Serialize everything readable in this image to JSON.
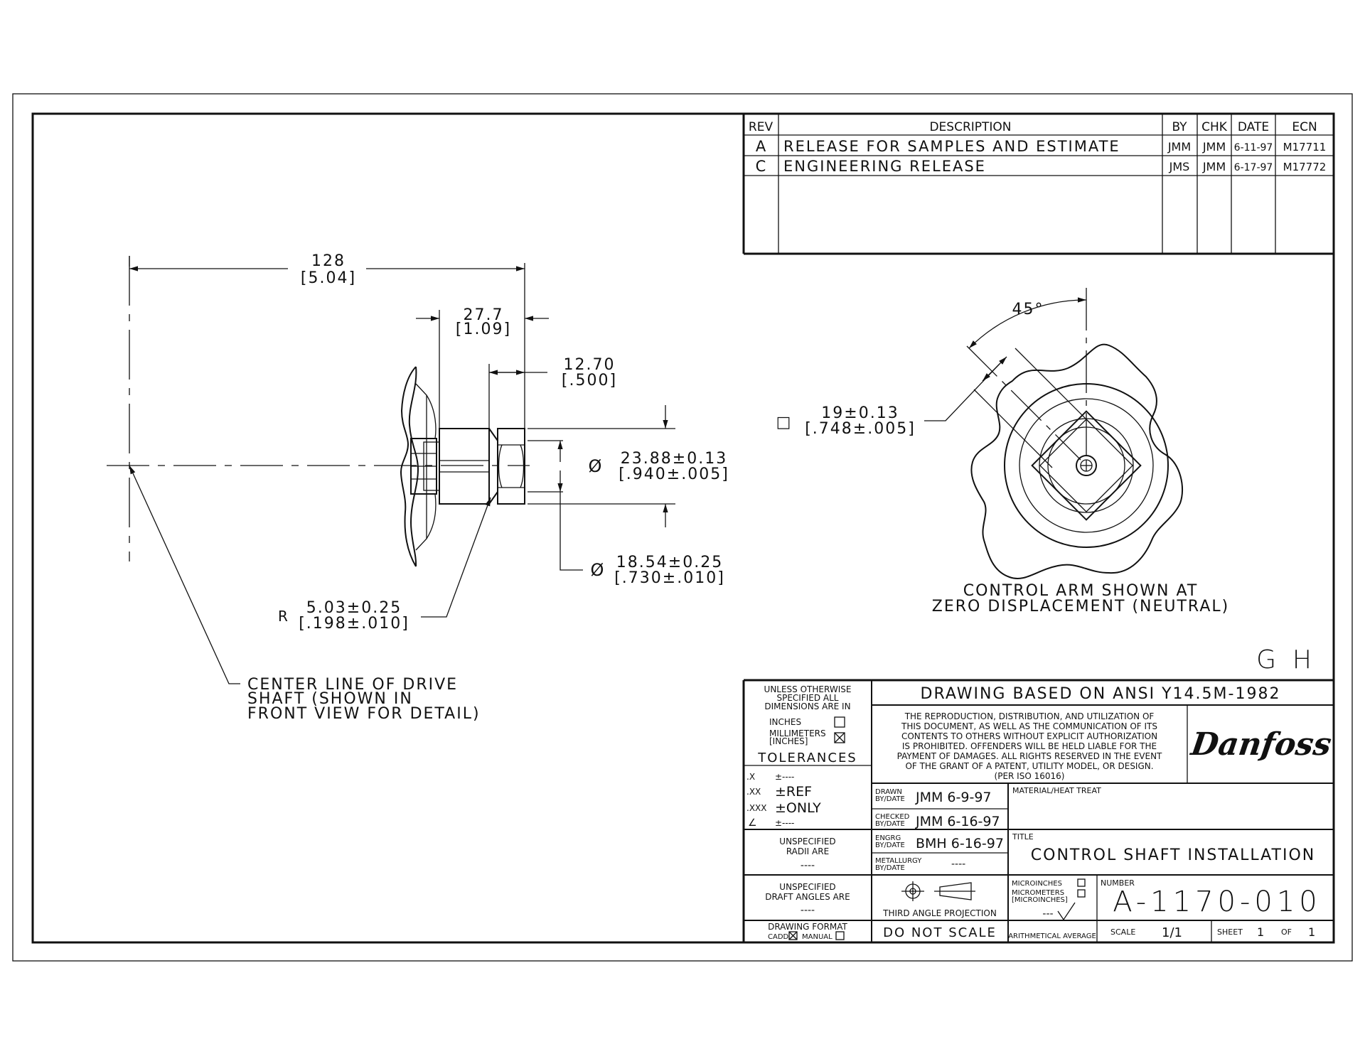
{
  "revisions": {
    "headers": [
      "REV",
      "DESCRIPTION",
      "BY",
      "CHK",
      "DATE",
      "ECN"
    ],
    "rows": [
      {
        "rev": "A",
        "description": "RELEASE FOR SAMPLES AND ESTIMATE",
        "by": "JMM",
        "chk": "JMM",
        "date": "6-11-97",
        "ecn": "M17711"
      },
      {
        "rev": "C",
        "description": "ENGINEERING RELEASE",
        "by": "JMS",
        "chk": "JMM",
        "date": "6-17-97",
        "ecn": "M17772"
      }
    ]
  },
  "dimensions": {
    "overall": {
      "mm": "128",
      "in": "[5.04]"
    },
    "hub": {
      "mm": "27.7",
      "in": "[1.09]"
    },
    "nut": {
      "mm": "12.70",
      "in": "[.500]"
    },
    "outer_dia": {
      "symbol": "Ø",
      "mm": "23.88±0.13",
      "in": "[.940±.005]"
    },
    "inner_dia": {
      "symbol": "Ø",
      "mm": "18.54±0.25",
      "in": "[.730±.010]"
    },
    "radius": {
      "prefix": "R",
      "mm": "5.03±0.25",
      "in": "[.198±.010]"
    },
    "square": {
      "symbol": "□",
      "mm": "19±0.13",
      "in": "[.748±.005]"
    },
    "angle": "45°"
  },
  "notes": {
    "centerline": [
      "CENTER LINE OF DRIVE",
      "SHAFT (SHOWN IN",
      "FRONT VIEW FOR DETAIL)"
    ],
    "control_arm": [
      "CONTROL ARM SHOWN AT",
      "ZERO DISPLACEMENT (NEUTRAL)"
    ],
    "zone": "G  H"
  },
  "title_block": {
    "units_header": [
      "UNLESS OTHERWISE",
      "SPECIFIED ALL",
      "DIMENSIONS ARE IN"
    ],
    "units_inches": "INCHES",
    "units_mm": [
      "MILLIMETERS",
      "[INCHES]"
    ],
    "tolerances_label": "TOLERANCES",
    "tol_rows": [
      {
        "label": ".X",
        "value": "±----"
      },
      {
        "label": ".XX",
        "value": "±REF"
      },
      {
        "label": ".XXX",
        "value": "±ONLY"
      },
      {
        "label": "∠",
        "value": "±----"
      }
    ],
    "radii": [
      "UNSPECIFIED",
      "RADII ARE",
      "----"
    ],
    "draft": [
      "UNSPECIFIED",
      "DRAFT ANGLES ARE",
      "----"
    ],
    "format_label": "DRAWING FORMAT",
    "format_cadd": "CADD",
    "format_manual": "MANUAL",
    "standard": "DRAWING BASED ON ANSI Y14.5M-1982",
    "notice": [
      "THE REPRODUCTION, DISTRIBUTION, AND UTILIZATION OF",
      "THIS DOCUMENT, AS WELL AS THE COMMUNICATION OF ITS",
      "CONTENTS TO OTHERS WITHOUT EXPLICIT AUTHORIZATION",
      "IS PROHIBITED.  OFFENDERS WILL BE HELD LIABLE FOR THE",
      "PAYMENT OF DAMAGES.  ALL RIGHTS RESERVED IN THE EVENT",
      "OF THE GRANT OF A PATENT, UTILITY MODEL, OR DESIGN.",
      "(PER ISO 16016)"
    ],
    "logo": "Danfoss",
    "drawn": {
      "label": [
        "DRAWN",
        "BY/DATE"
      ],
      "value": "JMM 6-9-97"
    },
    "checked": {
      "label": [
        "CHECKED",
        "BY/DATE"
      ],
      "value": "JMM 6-16-97"
    },
    "engrg": {
      "label": [
        "ENGRG",
        "BY/DATE"
      ],
      "value": "BMH 6-16-97"
    },
    "metallurgy": {
      "label": [
        "METALLURGY",
        "BY/DATE"
      ],
      "value": "----"
    },
    "material_label": "MATERIAL/HEAT TREAT",
    "title_label": "TITLE",
    "title": "CONTROL SHAFT INSTALLATION",
    "projection": "THIRD ANGLE PROJECTION",
    "do_not_scale": "DO NOT SCALE",
    "microinches": "MICROINCHES",
    "micrometers": [
      "MICROMETERS",
      "[MICROINCHES]"
    ],
    "finish": "---",
    "arith": "ARITHMETICAL AVERAGE",
    "number_label": "NUMBER",
    "number": "A-1170-010",
    "scale_label": "SCALE",
    "scale": "1/1",
    "sheet_label": "SHEET",
    "sheet": "1",
    "of_label": "OF",
    "of": "1"
  }
}
